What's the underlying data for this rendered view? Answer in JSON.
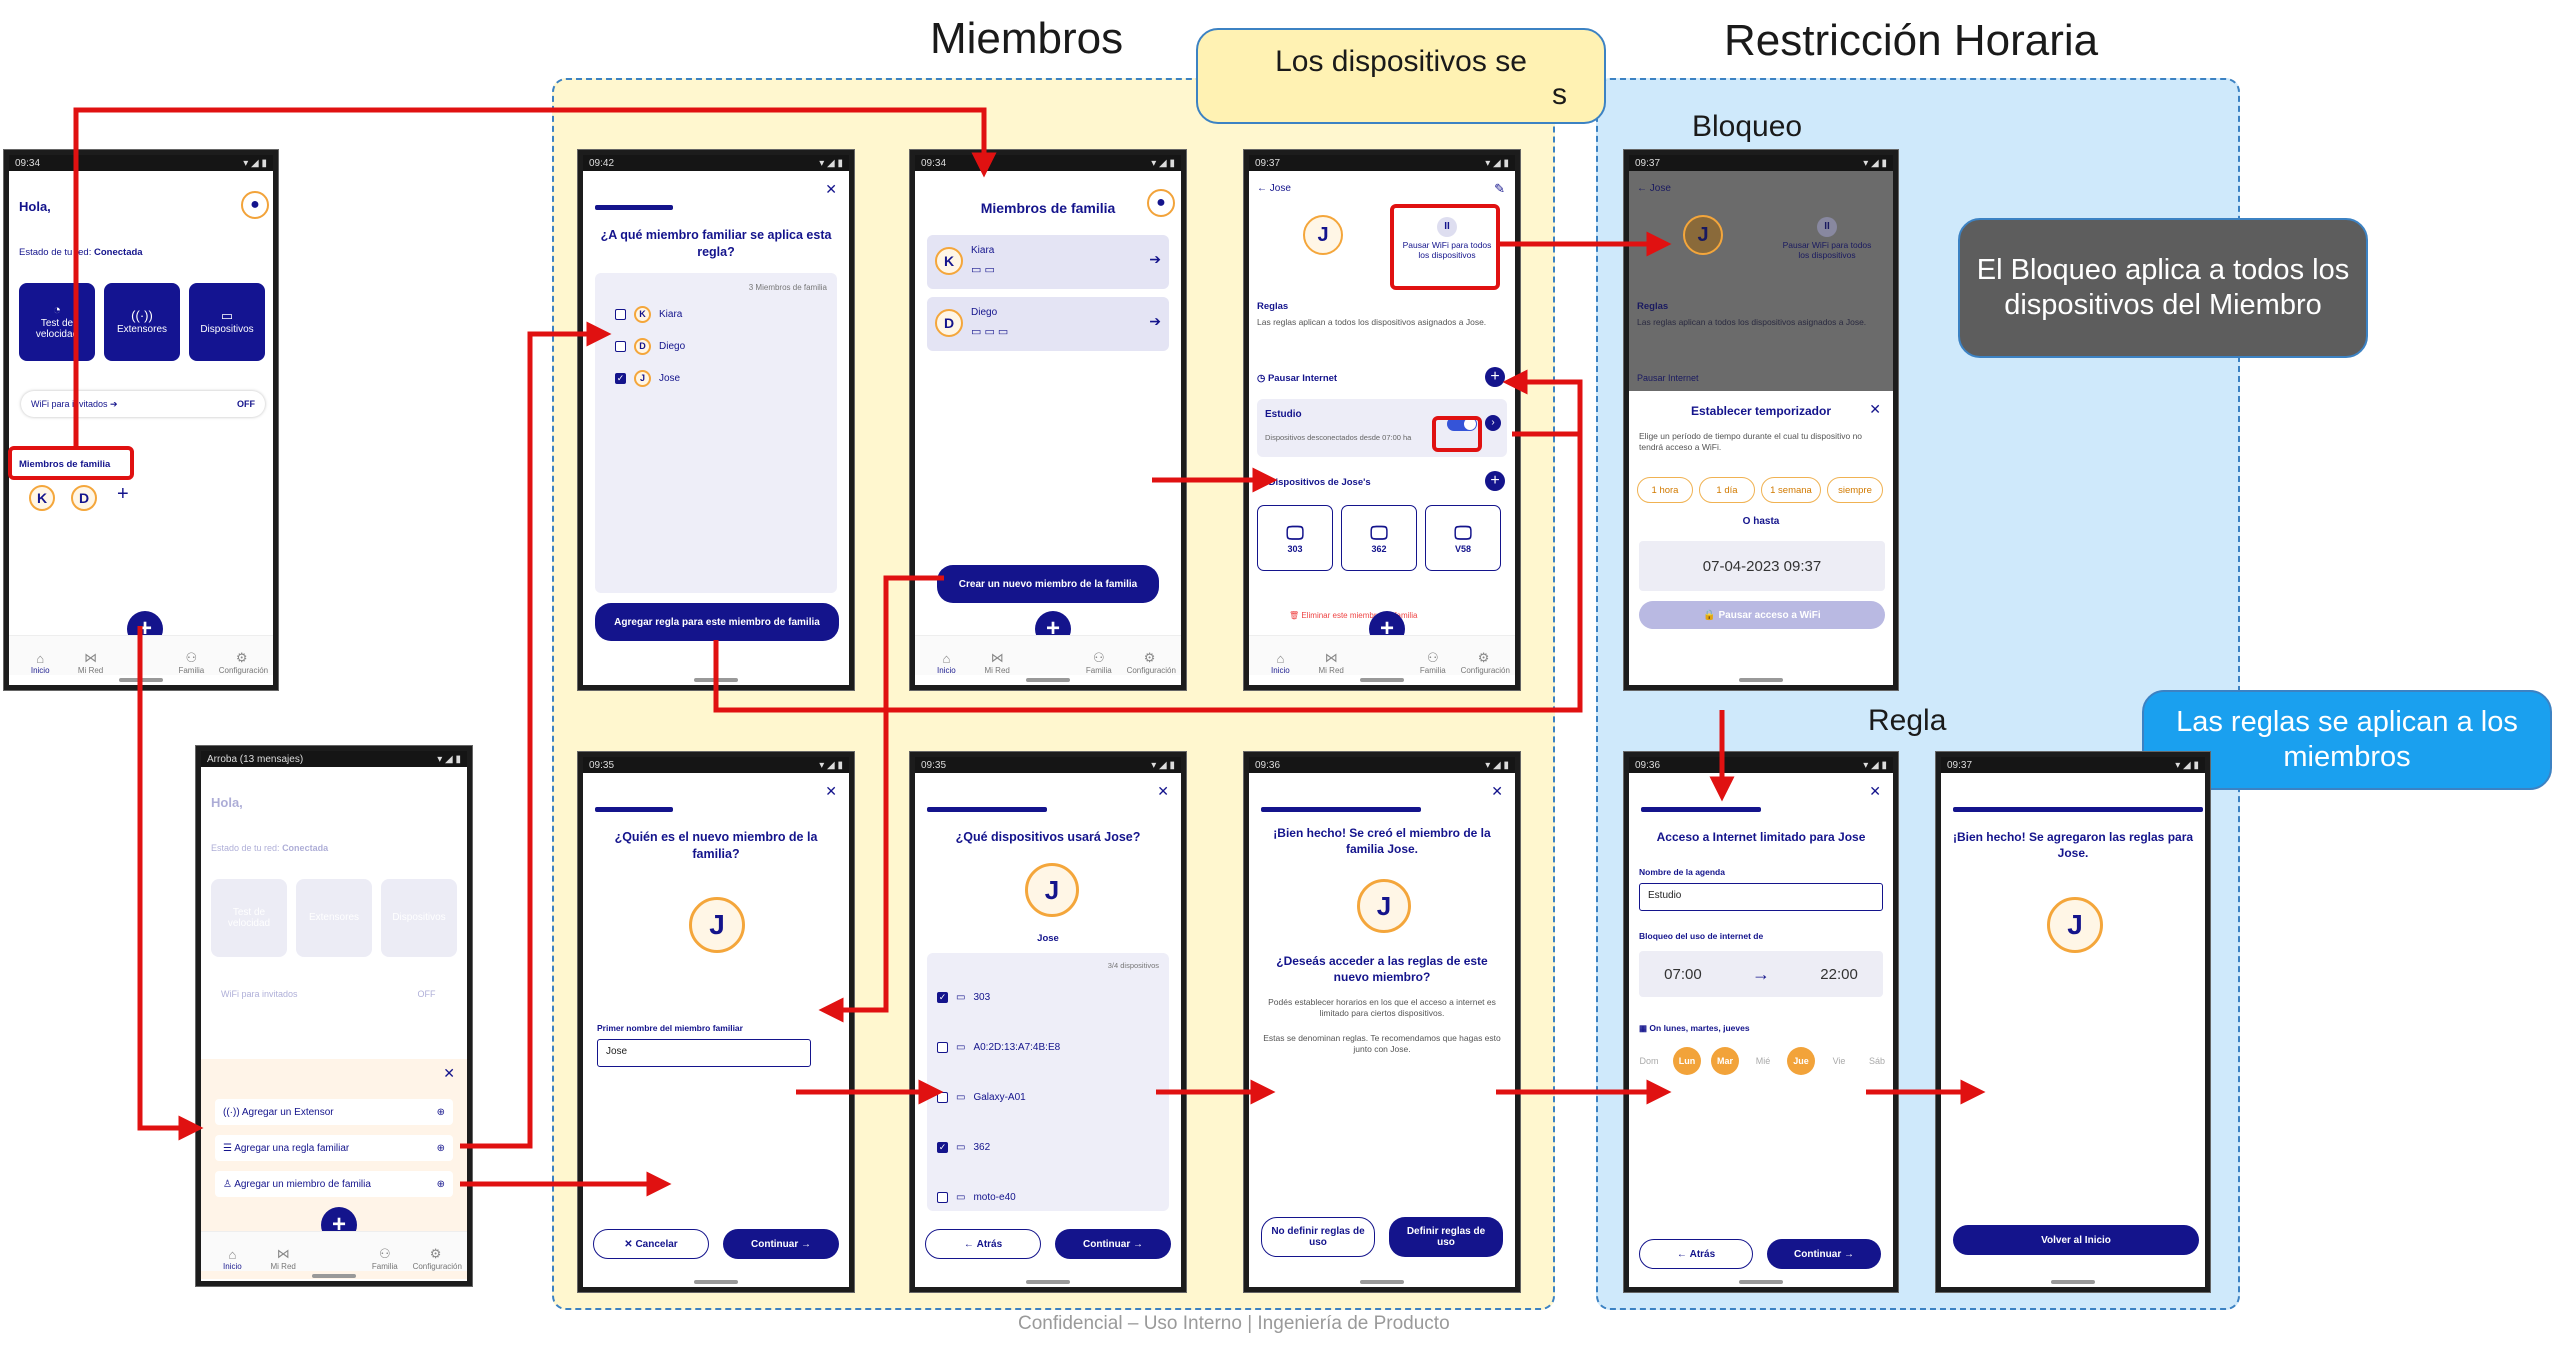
{
  "titles": {
    "miembros": "Miembros",
    "restriccion": "Restricción Horaria",
    "bloqueo": "Bloqueo",
    "regla": "Regla",
    "footer": "Confidencial – Uso Interno | Ingeniería de Producto"
  },
  "callouts": {
    "yellow": "Los dispositivos se",
    "yellow_tail": "s",
    "gray": "El Bloqueo aplica a todos los dispositivos del Miembro",
    "blue": "Las reglas se aplican a los miembros"
  },
  "colors": {
    "navy": "#14148c",
    "red": "#e01111",
    "orange": "#f2a33a",
    "yellow_bg": "#fff7cf",
    "blue_bg": "#cfe9fb",
    "gray_callout": "#5d5d5d",
    "blue_callout": "#1aa0ef"
  },
  "nav": {
    "inicio": "Inicio",
    "mired": "Mi Red",
    "familia": "Familia",
    "config": "Configuración"
  },
  "home": {
    "time": "09:34",
    "greeting": "Hola,",
    "estado": "Estado de tu red:",
    "estado_value": "Conectada",
    "tiles": [
      "Test de velocidad",
      "Extensores",
      "Dispositivos"
    ],
    "wifi_guest": "WiFi para invitados",
    "wifi_guest_state": "OFF",
    "members_label": "Miembros de familia",
    "members": [
      "K",
      "D"
    ]
  },
  "sheet": {
    "time": "",
    "notif": "Arroba (13 mensajes)",
    "greeting": "Hola,",
    "estado": "Estado de tu red:",
    "estado_value": "Conectada",
    "tiles": [
      "Test de velocidad",
      "Extensores",
      "Dispositivos"
    ],
    "wifi_guest": "WiFi para invitados",
    "wifi_guest_state": "OFF",
    "items": [
      "Agregar un Extensor",
      "Agregar una regla familiar",
      "Agregar un miembro de familia"
    ]
  },
  "p_rule_who": {
    "time": "09:42",
    "question": "¿A qué miembro familiar se aplica esta regla?",
    "count": "3 Miembros de familia",
    "members": [
      {
        "i": "K",
        "n": "Kiara",
        "c": false
      },
      {
        "i": "D",
        "n": "Diego",
        "c": false
      },
      {
        "i": "J",
        "n": "Jose",
        "c": true
      }
    ],
    "button": "Agregar regla para este miembro de familia"
  },
  "p_members": {
    "time": "09:34",
    "title": "Miembros de familia",
    "list": [
      {
        "i": "K",
        "n": "Kiara"
      },
      {
        "i": "D",
        "n": "Diego"
      }
    ],
    "button": "Crear un nuevo miembro de la familia"
  },
  "p_jose": {
    "time": "09:37",
    "name": "Jose",
    "initial": "J",
    "pause": "Pausar WiFi para todos los dispositivos",
    "reglas": "Reglas",
    "reglas_desc": "Las reglas aplican a todos los dispositivos asignados a Jose.",
    "pausar": "Pausar Internet",
    "rule_name": "Estudio",
    "rule_desc": "Dispositivos desconectados desde 07:00 ha",
    "devices_title": "Dispositivos de Jose's",
    "devices": [
      "303",
      "362",
      "V58"
    ],
    "delete": "Eliminar este miembro de familia"
  },
  "p_bloqueo": {
    "time": "09:37",
    "name": "Jose",
    "initial": "J",
    "pause": "Pausar WiFi para todos los dispositivos",
    "reglas": "Reglas",
    "reglas_desc": "Las reglas aplican a todos los dispositivos asignados a Jose.",
    "pausar": "Pausar Internet",
    "modal_title": "Establecer temporizador",
    "modal_desc": "Elige un período de tiempo durante el cual tu dispositivo no tendrá acceso a WiFi.",
    "chips": [
      "1 hora",
      "1 día",
      "1 semana",
      "siempre"
    ],
    "hasta": "O hasta",
    "date": "07-04-2023 09:37",
    "button": "Pausar acceso a WiFi"
  },
  "p_new_member": {
    "time": "09:35",
    "question": "¿Quién es el nuevo miembro de la familia?",
    "initial": "J",
    "label": "Primer nombre del miembro familiar",
    "value": "Jose",
    "cancel": "Cancelar",
    "continue": "Continuar"
  },
  "p_devices": {
    "time": "09:35",
    "question": "¿Qué dispositivos usará Jose?",
    "initial": "J",
    "name": "Jose",
    "count": "3/4 dispositivos",
    "devices": [
      {
        "n": "303",
        "c": true
      },
      {
        "n": "A0:2D:13:A7:4B:E8",
        "c": false
      },
      {
        "n": "Galaxy-A01",
        "c": false
      },
      {
        "n": "362",
        "c": true
      },
      {
        "n": "moto-e40",
        "c": false
      }
    ],
    "back": "Atrás",
    "continue": "Continuar"
  },
  "p_done": {
    "time": "09:36",
    "title": "¡Bien hecho! Se creó el miembro de la familia Jose.",
    "initial": "J",
    "question": "¿Deseás acceder a las reglas de este nuevo miembro?",
    "desc1": "Podés establecer horarios en los que el acceso a internet es limitado para ciertos dispositivos.",
    "desc2": "Estas se denominan reglas. Te recomendamos que hagas esto junto con Jose.",
    "no": "No definir reglas de uso",
    "yes": "Definir reglas de uso"
  },
  "p_rule": {
    "time": "09:36",
    "title": "Acceso a Internet limitado para Jose",
    "label_name": "Nombre de la agenda",
    "value_name": "Estudio",
    "label_block": "Bloqueo del uso de internet de",
    "from": "07:00",
    "to": "22:00",
    "days_label": "On lunes, martes, jueves",
    "days": [
      {
        "d": "Dom",
        "on": false
      },
      {
        "d": "Lun",
        "on": true
      },
      {
        "d": "Mar",
        "on": true
      },
      {
        "d": "Mié",
        "on": false
      },
      {
        "d": "Jue",
        "on": true
      },
      {
        "d": "Vie",
        "on": false
      },
      {
        "d": "Sáb",
        "on": false
      }
    ],
    "back": "Atrás",
    "continue": "Continuar"
  },
  "p_success": {
    "time": "09:37",
    "title": "¡Bien hecho! Se agregaron las reglas para Jose.",
    "initial": "J",
    "button": "Volver al Inicio"
  }
}
